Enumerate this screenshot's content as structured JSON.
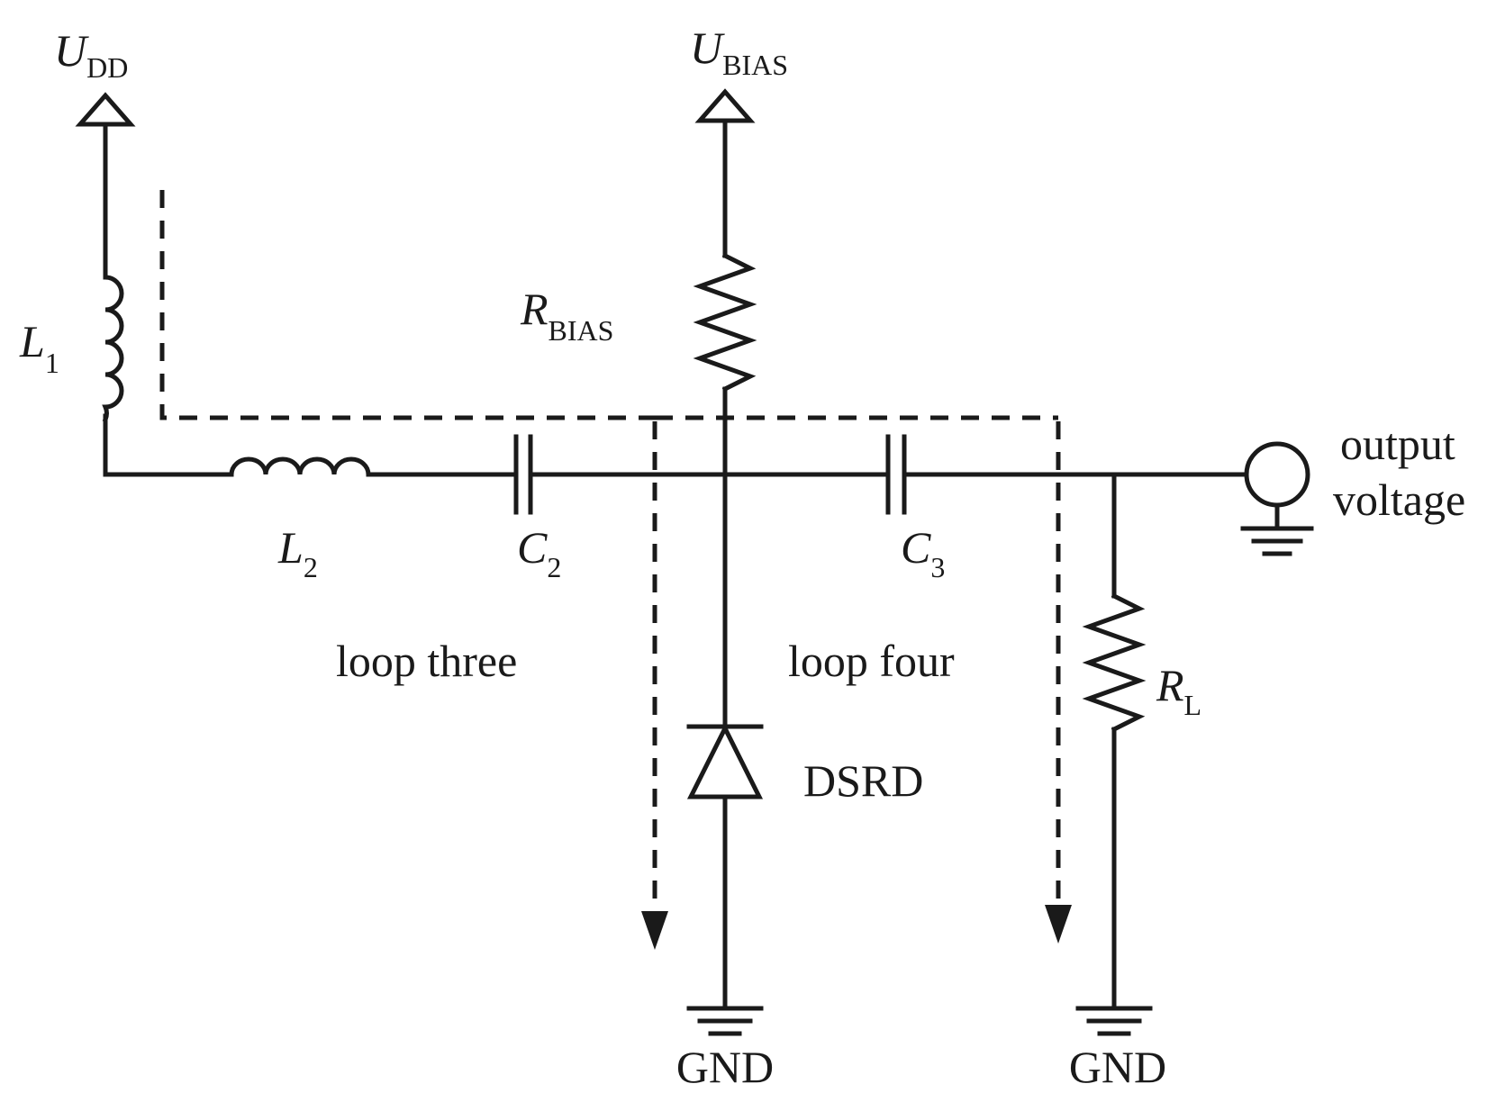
{
  "labels": {
    "udd_main": "U",
    "udd_sub": "DD",
    "ubias_main": "U",
    "ubias_sub": "BIAS",
    "l1_main": "L",
    "l1_sub": "1",
    "rbias_main": "R",
    "rbias_sub": "BIAS",
    "l2_main": "L",
    "l2_sub": "2",
    "c2_main": "C",
    "c2_sub": "2",
    "c3_main": "C",
    "c3_sub": "3",
    "rl_main": "R",
    "rl_sub": "L",
    "loop_three": "loop three",
    "loop_four": "loop four",
    "dsrd": "DSRD",
    "gnd_left": "GND",
    "gnd_right": "GND",
    "output_line1": "output",
    "output_line2": "voltage"
  }
}
